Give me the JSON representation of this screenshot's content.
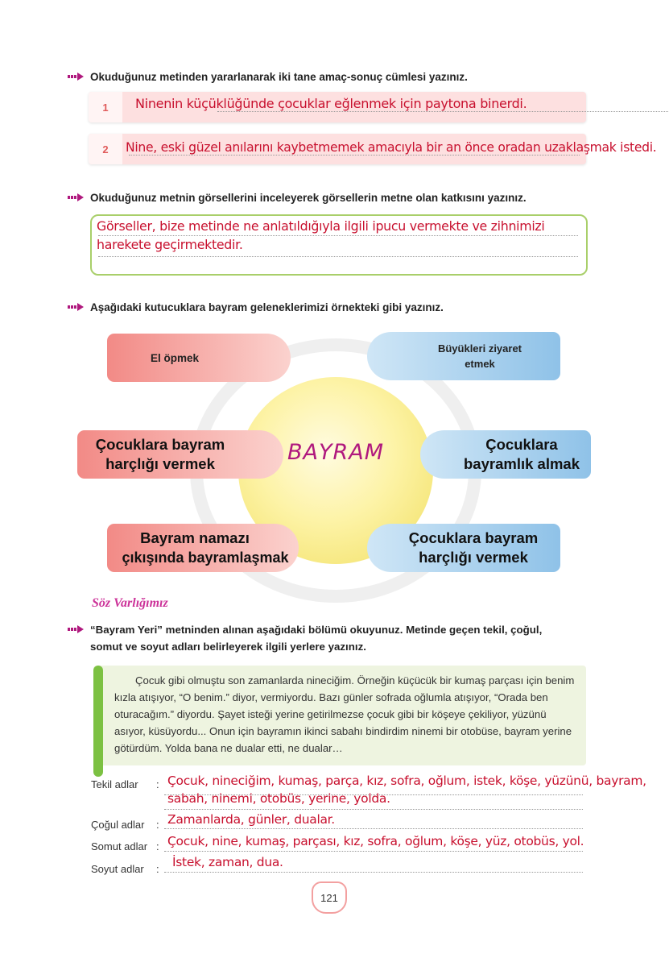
{
  "q1": {
    "question": "Okuduğunuz metinden yararlanarak iki tane amaç-sonuç cümlesi yazınız.",
    "items": [
      {
        "num": "1",
        "answer": "Ninenin küçüklüğünde çocuklar eğlenmek için paytona binerdi."
      },
      {
        "num": "2",
        "answer": "Nine, eski güzel anılarını kaybetmemek amacıyla bir an önce oradan uzaklaşmak istedi."
      }
    ]
  },
  "q2": {
    "question": "Okuduğunuz metnin görsellerini inceleyerek görsellerin metne olan katkısını yazınız.",
    "answer_line1": "Görseller, bize metinde ne anlatıldığıyla ilgili ipucu vermekte ve zihnimizi",
    "answer_line2": "harekete geçirmektedir."
  },
  "q3": {
    "question": "Aşağıdaki kutucuklara bayram geleneklerimizi örnekteki gibi yazınız.",
    "center": "BAYRAM",
    "boxes": {
      "top_left": "El öpmek",
      "top_right_1": "Büyükleri ziyaret",
      "top_right_2": "etmek",
      "mid_left_1": "Çocuklara bayram",
      "mid_left_2": "harçlığı vermek",
      "mid_right_1": "Çocuklara",
      "mid_right_2": "bayramlık almak",
      "bot_left_1": "Bayram namazı",
      "bot_left_2": "çıkışında bayramlaşmak",
      "bot_right_1": "Çocuklara bayram",
      "bot_right_2": "harçlığı vermek"
    }
  },
  "soz": {
    "heading": "Söz Varlığımız",
    "question_line1": "“Bayram Yeri” metninden alınan aşağıdaki bölümü okuyunuz. Metinde geçen tekil, çoğul,",
    "question_line2": "somut ve soyut adları belirleyerek ilgili yerlere yazınız.",
    "passage": "Çocuk gibi olmuştu son zamanlarda nineciğim. Örneğin küçücük bir kumaş parçası için benim kızla atışıyor, “O benim.” diyor, vermiyordu. Bazı günler sofrada oğlumla atışıyor, “Orada ben oturacağım.” diyordu. Şayet isteği yerine getirilmezse çocuk gibi bir köşeye çekiliyor, yüzünü asıyor, küsüyordu... Onun için bayramın ikinci sabahı bindirdim ninemi bir otobüse, bayram yerine götürdüm. Yolda bana ne dualar etti, ne dualar…",
    "rows": [
      {
        "label": "Tekil adlar",
        "colon": ":",
        "answer": "Çocuk, nineciğim, kumaş, parça, kız, sofra, oğlum, istek, köşe, yüzünü, bayram,",
        "answer2": "sabah, ninemi, otobüs, yerine, yolda."
      },
      {
        "label": "Çoğul adlar",
        "colon": ":",
        "answer": "Zamanlarda, günler, dualar."
      },
      {
        "label": "Somut adlar",
        "colon": ":",
        "answer": "Çocuk, nine, kumaş, parçası, kız, sofra, oğlum, köşe, yüz, otobüs, yol."
      },
      {
        "label": "Soyut adlar",
        "colon": ":",
        "answer": "İstek, zaman, dua."
      }
    ]
  },
  "page_number": "121",
  "colors": {
    "arrow": "#b0197e",
    "answer": "#c8102e",
    "green": "#7cc142",
    "pink": "#fde0e0"
  }
}
